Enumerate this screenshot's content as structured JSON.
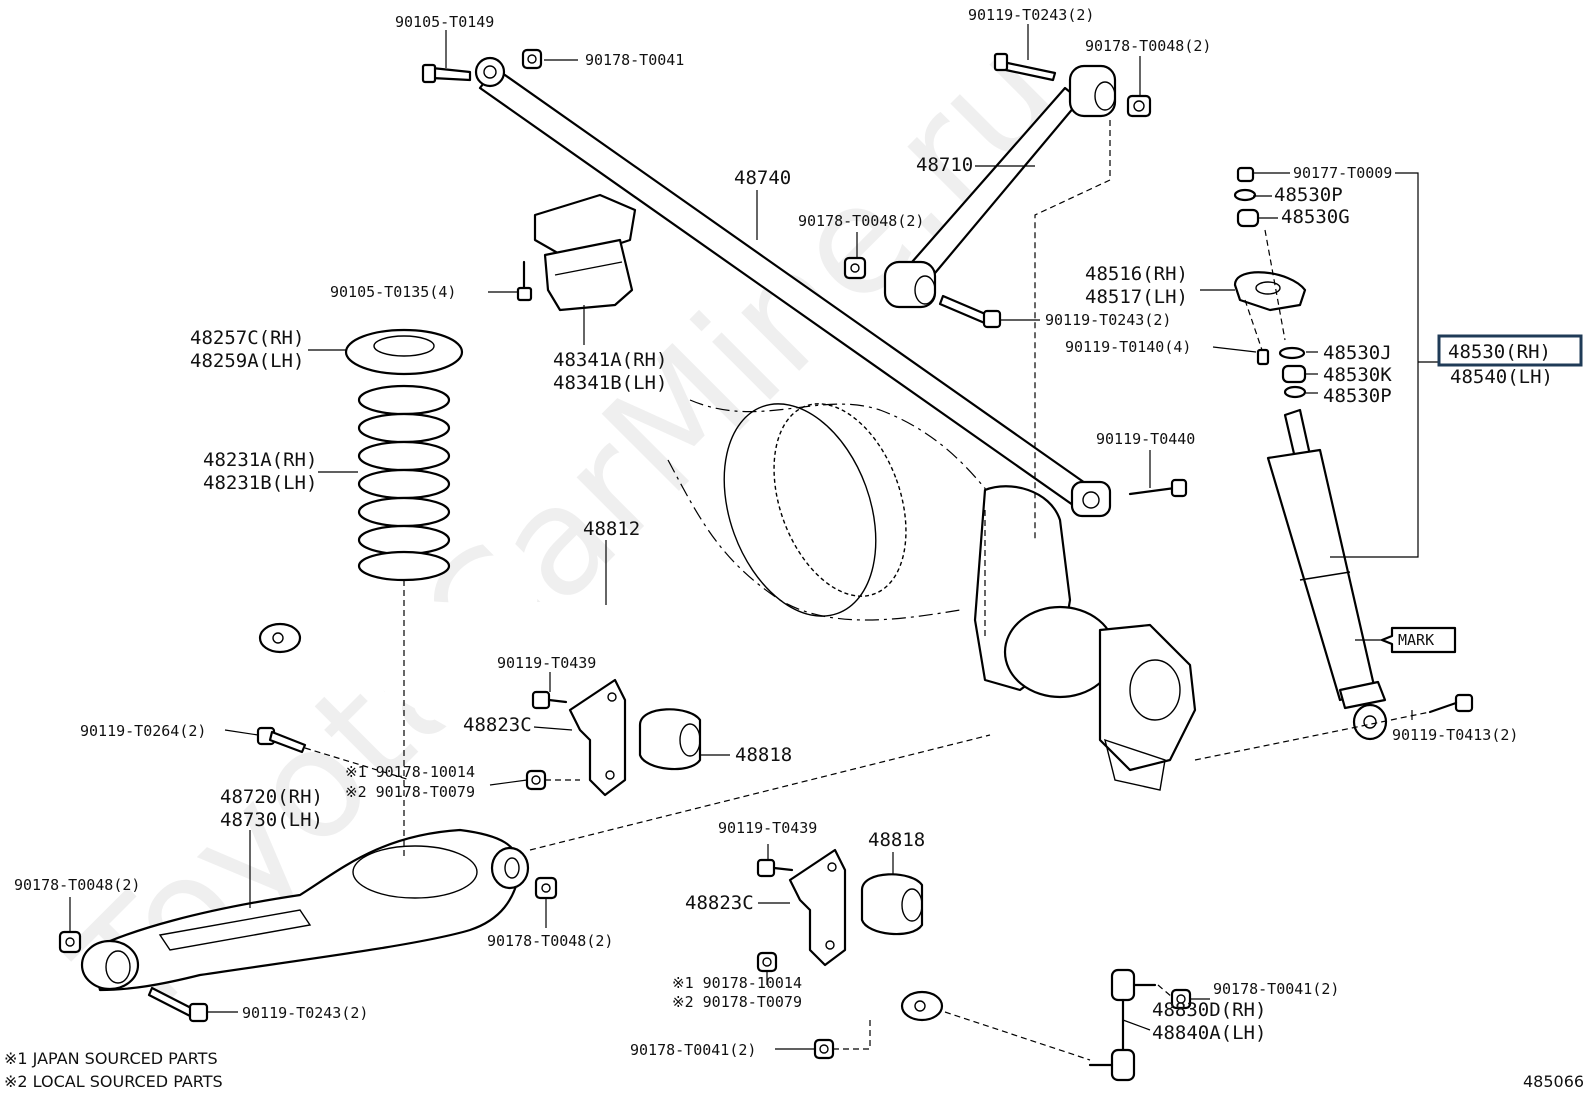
{
  "watermark": "ToyotaCarMine.ru",
  "figure_id": "485066",
  "notes": [
    "※1 JAPAN SOURCED PARTS",
    "※2 LOCAL SOURCED PARTS"
  ],
  "mark_label": "MARK",
  "highlight_color": "#1f3b57",
  "labels": {
    "p90105_T0149": "90105-T0149",
    "p90178_T0041_top": "90178-T0041",
    "p90119_T0243_top": "90119-T0243(2)",
    "p90178_T0048_top": "90178-T0048(2)",
    "p48740": "48740",
    "p48710": "48710",
    "p90178_T0048_mid": "90178-T0048(2)",
    "p90177_T0009": "90177-T0009",
    "p48530P_a": "48530P",
    "p48530G": "48530G",
    "p48516": "48516(RH)",
    "p48517": "48517(LH)",
    "p90119_T0243_mid": "90119-T0243(2)",
    "p90119_T0140": "90119-T0140(4)",
    "p48530J": "48530J",
    "p48530K": "48530K",
    "p48530P_b": "48530P",
    "p48530RH": "48530(RH)",
    "p48540LH": "48540(LH)",
    "p90105_T0135": "90105-T0135(4)",
    "p48257C": "48257C(RH)",
    "p48259A": "48259A(LH)",
    "p48341A": "48341A(RH)",
    "p48341B": "48341B(LH)",
    "p48231A": "48231A(RH)",
    "p48231B": "48231B(LH)",
    "p90119_T0440": "90119-T0440",
    "p48812": "48812",
    "p90119_T0439_a": "90119-T0439",
    "p48823C_a": "48823C",
    "p48818_a": "48818",
    "p90119_T0264": "90119-T0264(2)",
    "p90178_10014_a": "※1 90178-10014",
    "p90178_T0079_a": "※2 90178-T0079",
    "p48720": "48720(RH)",
    "p48730": "48730(LH)",
    "p90119_T0413": "90119-T0413(2)",
    "p90178_T0048_left": "90178-T0048(2)",
    "p90178_T0048_low": "90178-T0048(2)",
    "p90119_T0439_b": "90119-T0439",
    "p48818_b": "48818",
    "p48823C_b": "48823C",
    "p90178_10014_b": "※1 90178-10014",
    "p90178_T0079_b": "※2 90178-T0079",
    "p90178_T0041_low": "90178-T0041(2)",
    "p48830D": "48830D(RH)",
    "p48840A": "48840A(LH)",
    "p90119_T0243_low": "90119-T0243(2)",
    "p90178_T0041_bot": "90178-T0041(2)"
  }
}
